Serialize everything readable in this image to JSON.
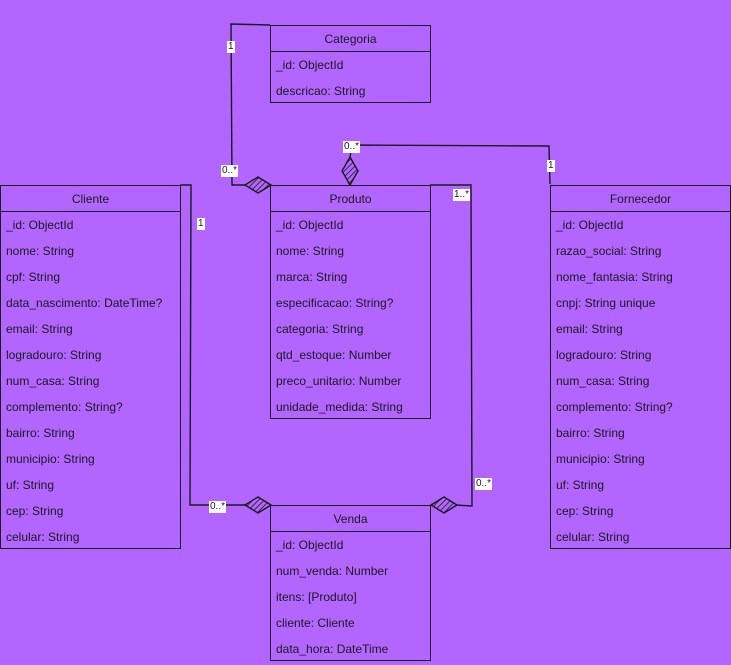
{
  "classes": {
    "categoria": {
      "name": "Categoria",
      "attributes": [
        "_id: ObjectId",
        "descricao: String"
      ]
    },
    "cliente": {
      "name": "Cliente",
      "attributes": [
        "_id: ObjectId",
        "nome: String",
        "cpf: String",
        "data_nascimento: DateTime?",
        "email: String",
        "logradouro: String",
        "num_casa: String",
        "complemento: String?",
        "bairro: String",
        "municipio: String",
        "uf: String",
        "cep: String",
        "celular: String"
      ]
    },
    "produto": {
      "name": "Produto",
      "attributes": [
        "_id: ObjectId",
        "nome: String",
        "marca: String",
        "especificacao: String?",
        "categoria: String",
        "qtd_estoque: Number",
        "preco_unitario: Number",
        "unidade_medida: String"
      ]
    },
    "fornecedor": {
      "name": "Fornecedor",
      "attributes": [
        "_id: ObjectId",
        "razao_social: String",
        "nome_fantasia: String",
        "cnpj: String unique",
        "email: String",
        "logradouro: String",
        "num_casa: String",
        "complemento: String?",
        "bairro: String",
        "municipio: String",
        "uf: String",
        "cep: String",
        "celular: String"
      ]
    },
    "venda": {
      "name": "Venda",
      "attributes": [
        "_id: ObjectId",
        "num_venda: Number",
        "itens: [Produto]",
        "cliente: Cliente",
        "data_hora: DateTime"
      ]
    }
  },
  "multiplicities": {
    "categoria_one": "1",
    "produto_categoria_many": "0..*",
    "produto_fornecedor_many": "0..*",
    "fornecedor_one": "1",
    "produto_venda_one": "1..*",
    "cliente_one": "1",
    "venda_cliente_many": "0..*",
    "venda_produto_many": "0..*"
  },
  "colors": {
    "background": "#b266ff",
    "line": "#1a1a1a",
    "label_bg": "#ffffff"
  }
}
